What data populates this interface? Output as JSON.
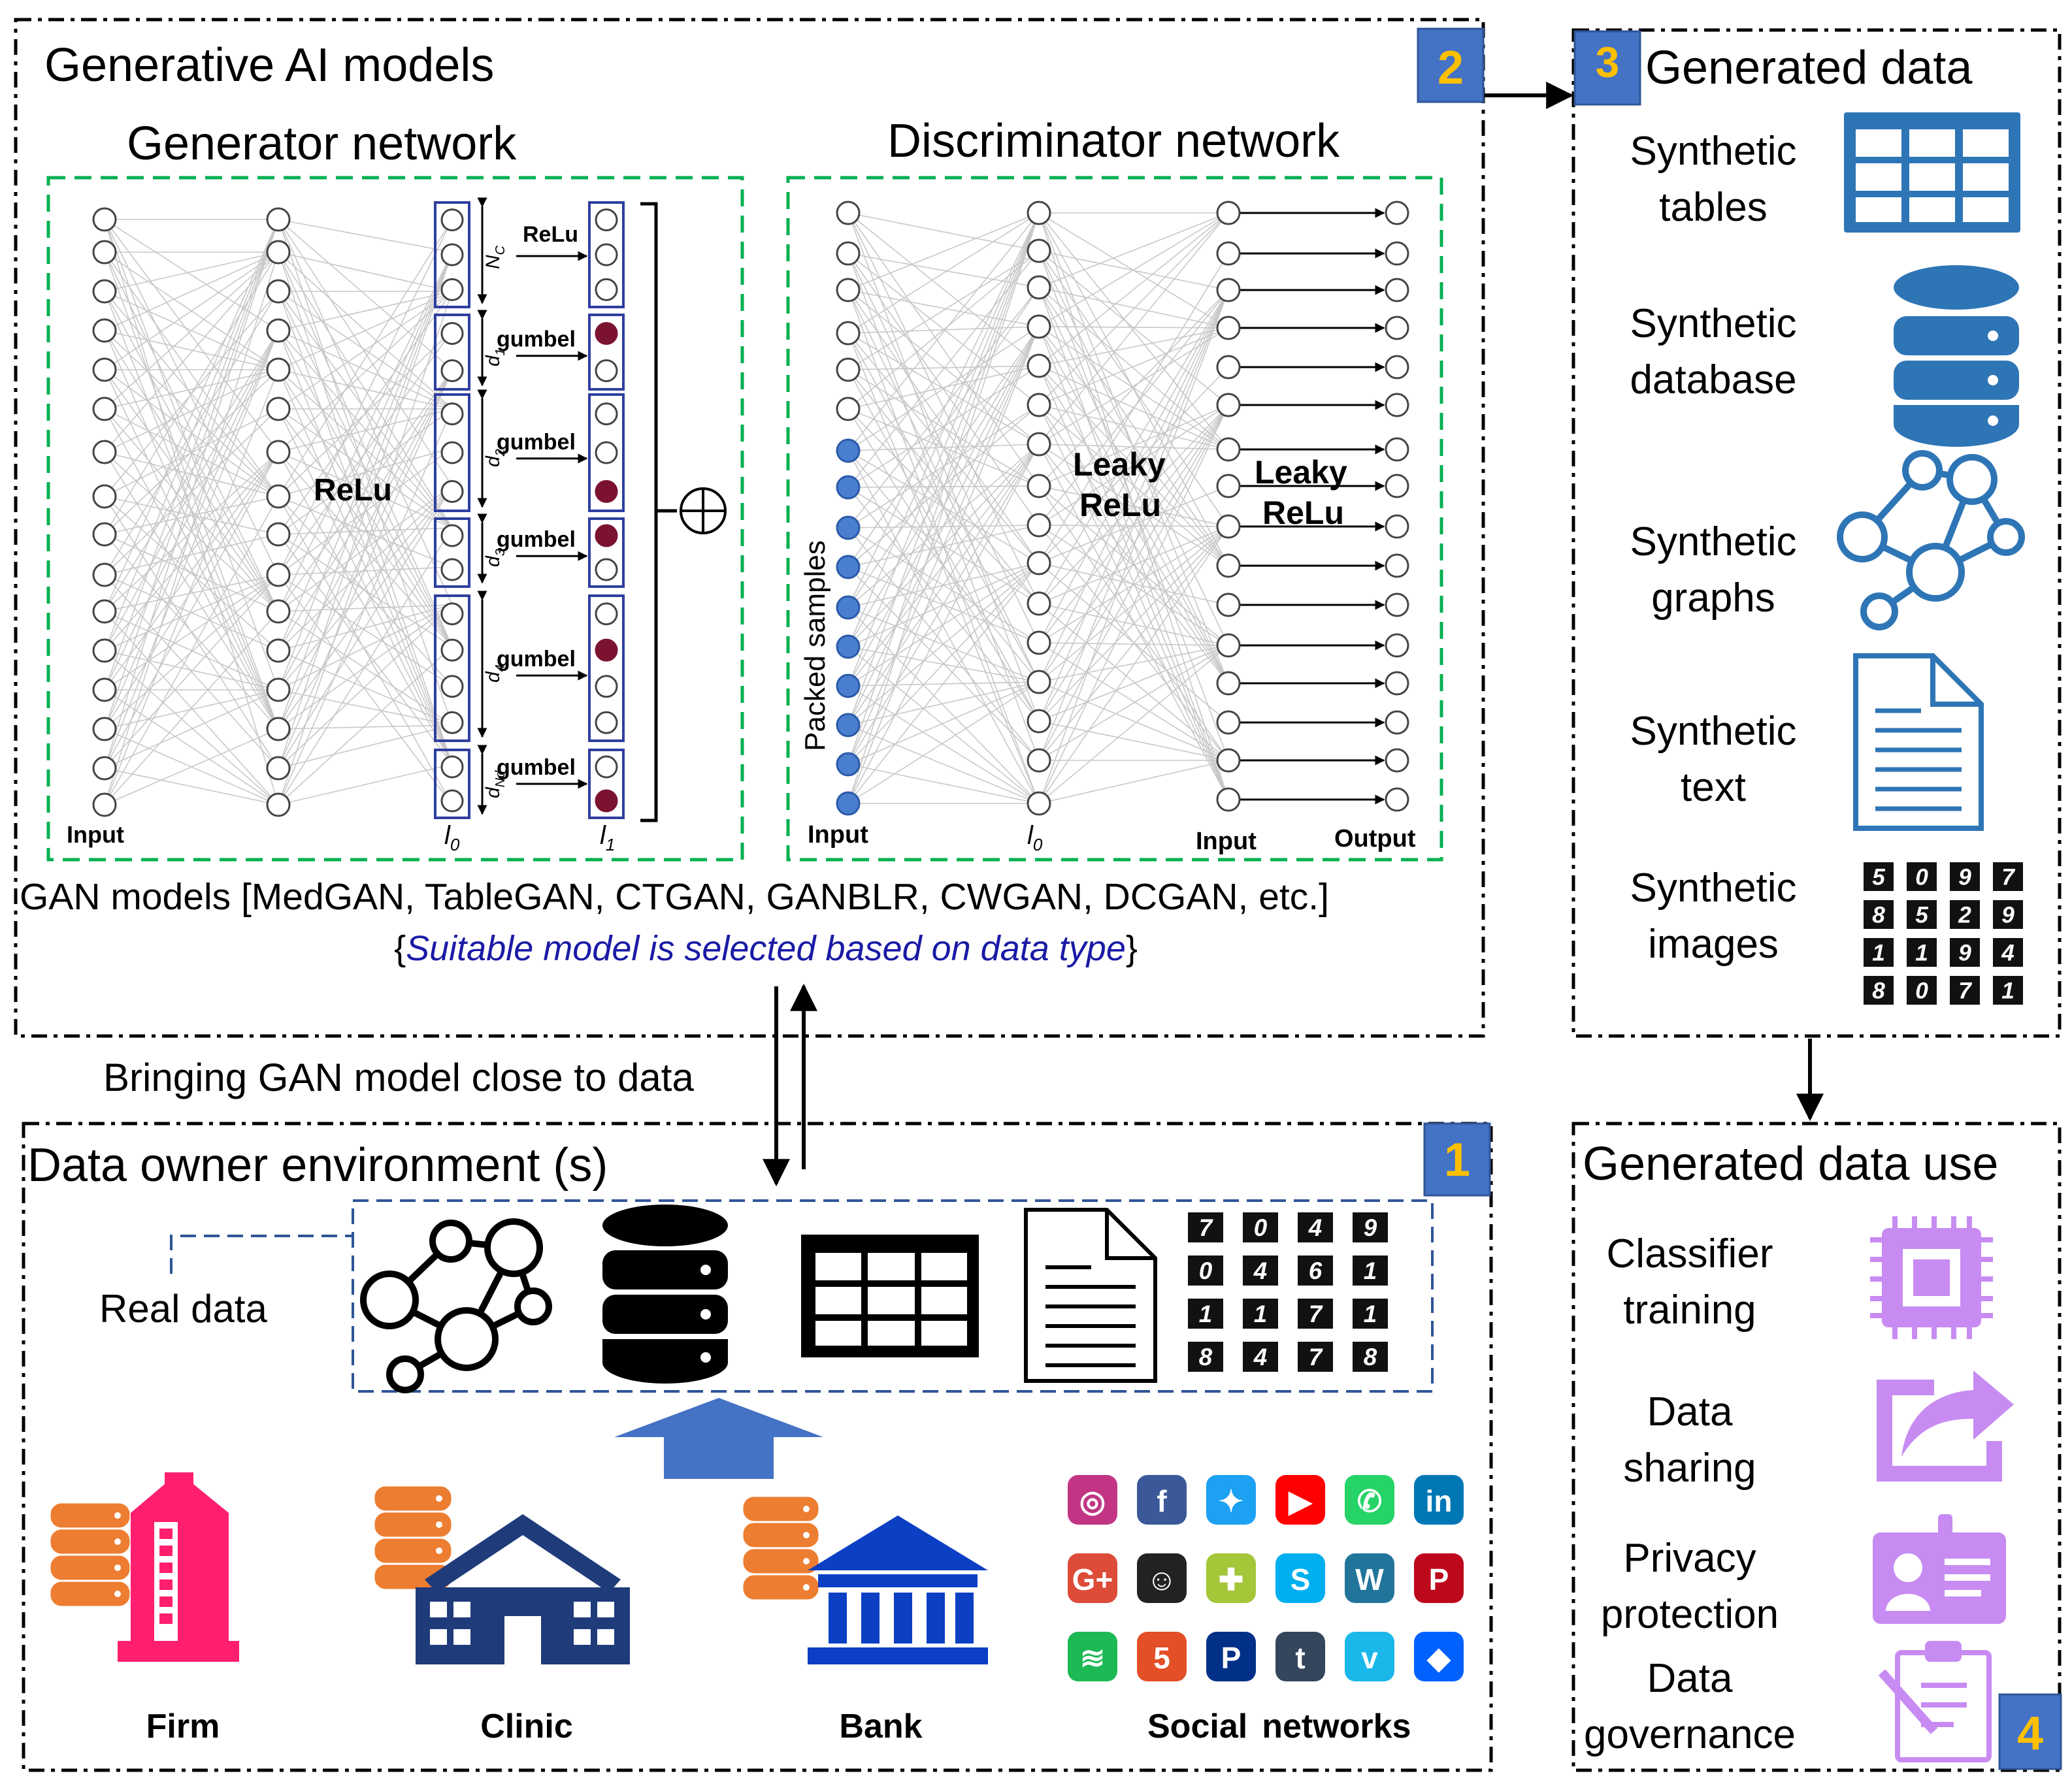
{
  "gen_ai": {
    "title": "Generative AI models",
    "badge": "2",
    "generator_title": "Generator network",
    "discriminator_title": "Discriminator network",
    "gen_relu": "ReLu",
    "gen_head_relu": "ReLu",
    "gumbel": "gumbel",
    "seg_labels": [
      "N",
      "d",
      "d",
      "d",
      "d",
      "d"
    ],
    "seg_subs": [
      "C",
      "1",
      "2",
      "3",
      "4",
      "Nd"
    ],
    "gen_input": "Input",
    "l0": "l",
    "l0_sub": "0",
    "l1": "l",
    "l1_sub": "1",
    "concat_symbol": "⊕",
    "disc_packed": "Packed samples",
    "disc_leaky_1": "Leaky",
    "disc_leaky_2": "ReLu",
    "disc_leaky_out_1": "Leaky",
    "disc_leaky_out_2": "ReLu",
    "disc_input": "Input",
    "disc_l0": "l",
    "disc_l0_sub": "0",
    "disc_input2": "Input",
    "disc_output": "Output",
    "gan_models": "GAN models [MedGAN, TableGAN, CTGAN, GANBLR, CWGAN, DCGAN, etc.]",
    "suitable_open": "{",
    "suitable_text": "Suitable model is selected based on data type",
    "suitable_close": "}"
  },
  "generated": {
    "badge": "3",
    "title": "Generated data",
    "items": [
      {
        "l1": "Synthetic",
        "l2": "tables",
        "icon": "table-icon"
      },
      {
        "l1": "Synthetic",
        "l2": "database",
        "icon": "database-icon"
      },
      {
        "l1": "Synthetic",
        "l2": "graphs",
        "icon": "graph-icon"
      },
      {
        "l1": "Synthetic",
        "l2": "text",
        "icon": "document-icon"
      },
      {
        "l1": "Synthetic",
        "l2": "images",
        "icon": "digits-icon"
      }
    ],
    "digits": [
      "5",
      "0",
      "9",
      "7",
      "8",
      "5",
      "2",
      "9",
      "1",
      "1",
      "9",
      "4",
      "8",
      "0",
      "7",
      "1"
    ]
  },
  "bringing": "Bringing GAN model close to data",
  "owner": {
    "badge": "1",
    "title": "Data owner environment (s)",
    "real_data": "Real data",
    "digits": [
      "7",
      "0",
      "4",
      "9",
      "0",
      "4",
      "6",
      "1",
      "1",
      "1",
      "7",
      "1",
      "8",
      "4",
      "7",
      "8"
    ],
    "sources": [
      "Firm",
      "Clinic",
      "Bank"
    ],
    "social_a": "Social",
    "social_b": "networks",
    "social_icons": [
      "instagram-icon",
      "facebook-icon",
      "twitter-icon",
      "youtube-icon",
      "whatsapp-icon",
      "linkedin-icon",
      "googleplus-icon",
      "snapchat-icon",
      "android-icon",
      "skype-icon",
      "wordpress-icon",
      "pinterest-icon",
      "spotify-icon",
      "html5-icon",
      "paypal-icon",
      "tumblr-icon",
      "vimeo-icon",
      "dropbox-icon"
    ],
    "social_glyphs": [
      "◎",
      "f",
      "✦",
      "▶",
      "✆",
      "in",
      "G+",
      "☺",
      "✚",
      "S",
      "W",
      "P",
      "≋",
      "5",
      "P",
      "t",
      "v",
      "◆"
    ]
  },
  "use": {
    "badge": "4",
    "title": "Generated data use",
    "items": [
      {
        "l1": "Classifier",
        "l2": "training",
        "icon": "chip-icon"
      },
      {
        "l1": "Data",
        "l2": "sharing",
        "icon": "share-icon"
      },
      {
        "l1": "Privacy",
        "l2": "protection",
        "icon": "id-card-icon"
      },
      {
        "l1": "Data",
        "l2": "governance",
        "icon": "clipboard-icon"
      }
    ]
  },
  "colors": {
    "badge_bg": "#4472c4",
    "badge_fg": "#ffc000",
    "green_dash": "#00b050",
    "blue_dash": "#2f5597",
    "icon_blue": "#2e75b6",
    "icon_navy": "#1f3b7a",
    "icon_pink": "#ff1f6e",
    "icon_orange": "#ed7d31",
    "icon_purple": "#c78bf2",
    "gumbel_dot": "#7b1230",
    "packed_dot": "#4a7fd0"
  }
}
